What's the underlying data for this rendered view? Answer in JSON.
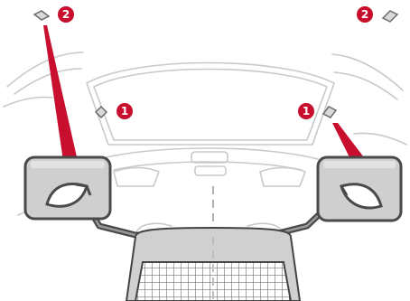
{
  "callouts": {
    "top_left": "2",
    "top_right": "2",
    "mid_left": "1",
    "mid_right": "1"
  },
  "colors": {
    "accent": "#c8102e",
    "outline": "#c9c9c9",
    "frame": "#4a4a4a",
    "panel": "#cfcfcf"
  },
  "icons": {
    "sensor": "diamond-sensor-icon"
  }
}
